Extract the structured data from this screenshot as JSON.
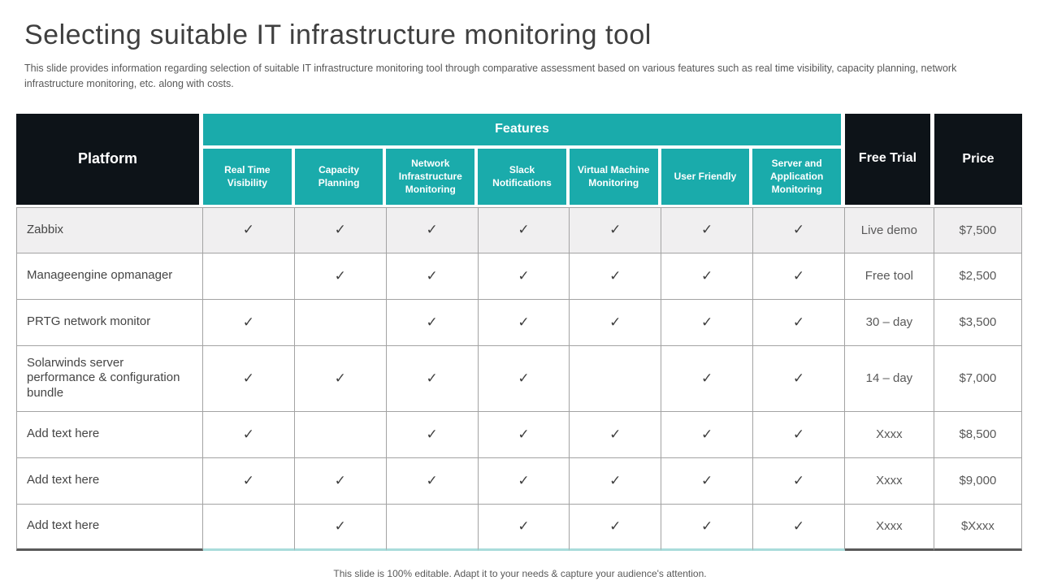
{
  "slide": {
    "title": "Selecting suitable IT infrastructure monitoring tool",
    "subtitle": "This slide provides information regarding selection of suitable IT infrastructure monitoring tool through comparative assessment based on various features such as real time visibility, capacity planning, network infrastructure monitoring, etc. along with costs.",
    "footer": "This slide is 100% editable. Adapt it to your needs & capture your audience's attention."
  },
  "colors": {
    "teal": "#1aabab",
    "teal_line": "#a9dcdb",
    "dark": "#0d1318",
    "border": "#a3a3a3",
    "row_alt": "#f0eff0",
    "text_dark": "#3f3f3f",
    "text_gray": "#595959"
  },
  "table": {
    "platform_header": "Platform",
    "features_header": "Features",
    "free_trial_header": "Free Trial",
    "price_header": "Price",
    "check_glyph": "✓",
    "feature_columns": [
      "Real Time Visibility",
      "Capacity Planning",
      "Network Infrastructure Monitoring",
      "Slack Notifications",
      "Virtual Machine Monitoring",
      "User Friendly",
      "Server and Application Monitoring"
    ],
    "rows": [
      {
        "platform": "Zabbix",
        "checks": [
          true,
          true,
          true,
          true,
          true,
          true,
          true
        ],
        "free_trial": "Live demo",
        "price": "$7,500"
      },
      {
        "platform": "Manageengine opmanager",
        "checks": [
          false,
          true,
          true,
          true,
          true,
          true,
          true
        ],
        "free_trial": "Free tool",
        "price": "$2,500"
      },
      {
        "platform": "PRTG network monitor",
        "checks": [
          true,
          false,
          true,
          true,
          true,
          true,
          true
        ],
        "free_trial": "30 – day",
        "price": "$3,500"
      },
      {
        "platform": "Solarwinds server performance & configuration bundle",
        "checks": [
          true,
          true,
          true,
          true,
          false,
          true,
          true
        ],
        "free_trial": "14 – day",
        "price": "$7,000"
      },
      {
        "platform": "Add text here",
        "checks": [
          true,
          false,
          true,
          true,
          true,
          true,
          true
        ],
        "free_trial": "Xxxx",
        "price": "$8,500"
      },
      {
        "platform": "Add text here",
        "checks": [
          true,
          true,
          true,
          true,
          true,
          true,
          true
        ],
        "free_trial": "Xxxx",
        "price": "$9,000"
      },
      {
        "platform": "Add text here",
        "checks": [
          false,
          true,
          false,
          true,
          true,
          true,
          true
        ],
        "free_trial": "Xxxx",
        "price": "$Xxxx"
      }
    ]
  }
}
